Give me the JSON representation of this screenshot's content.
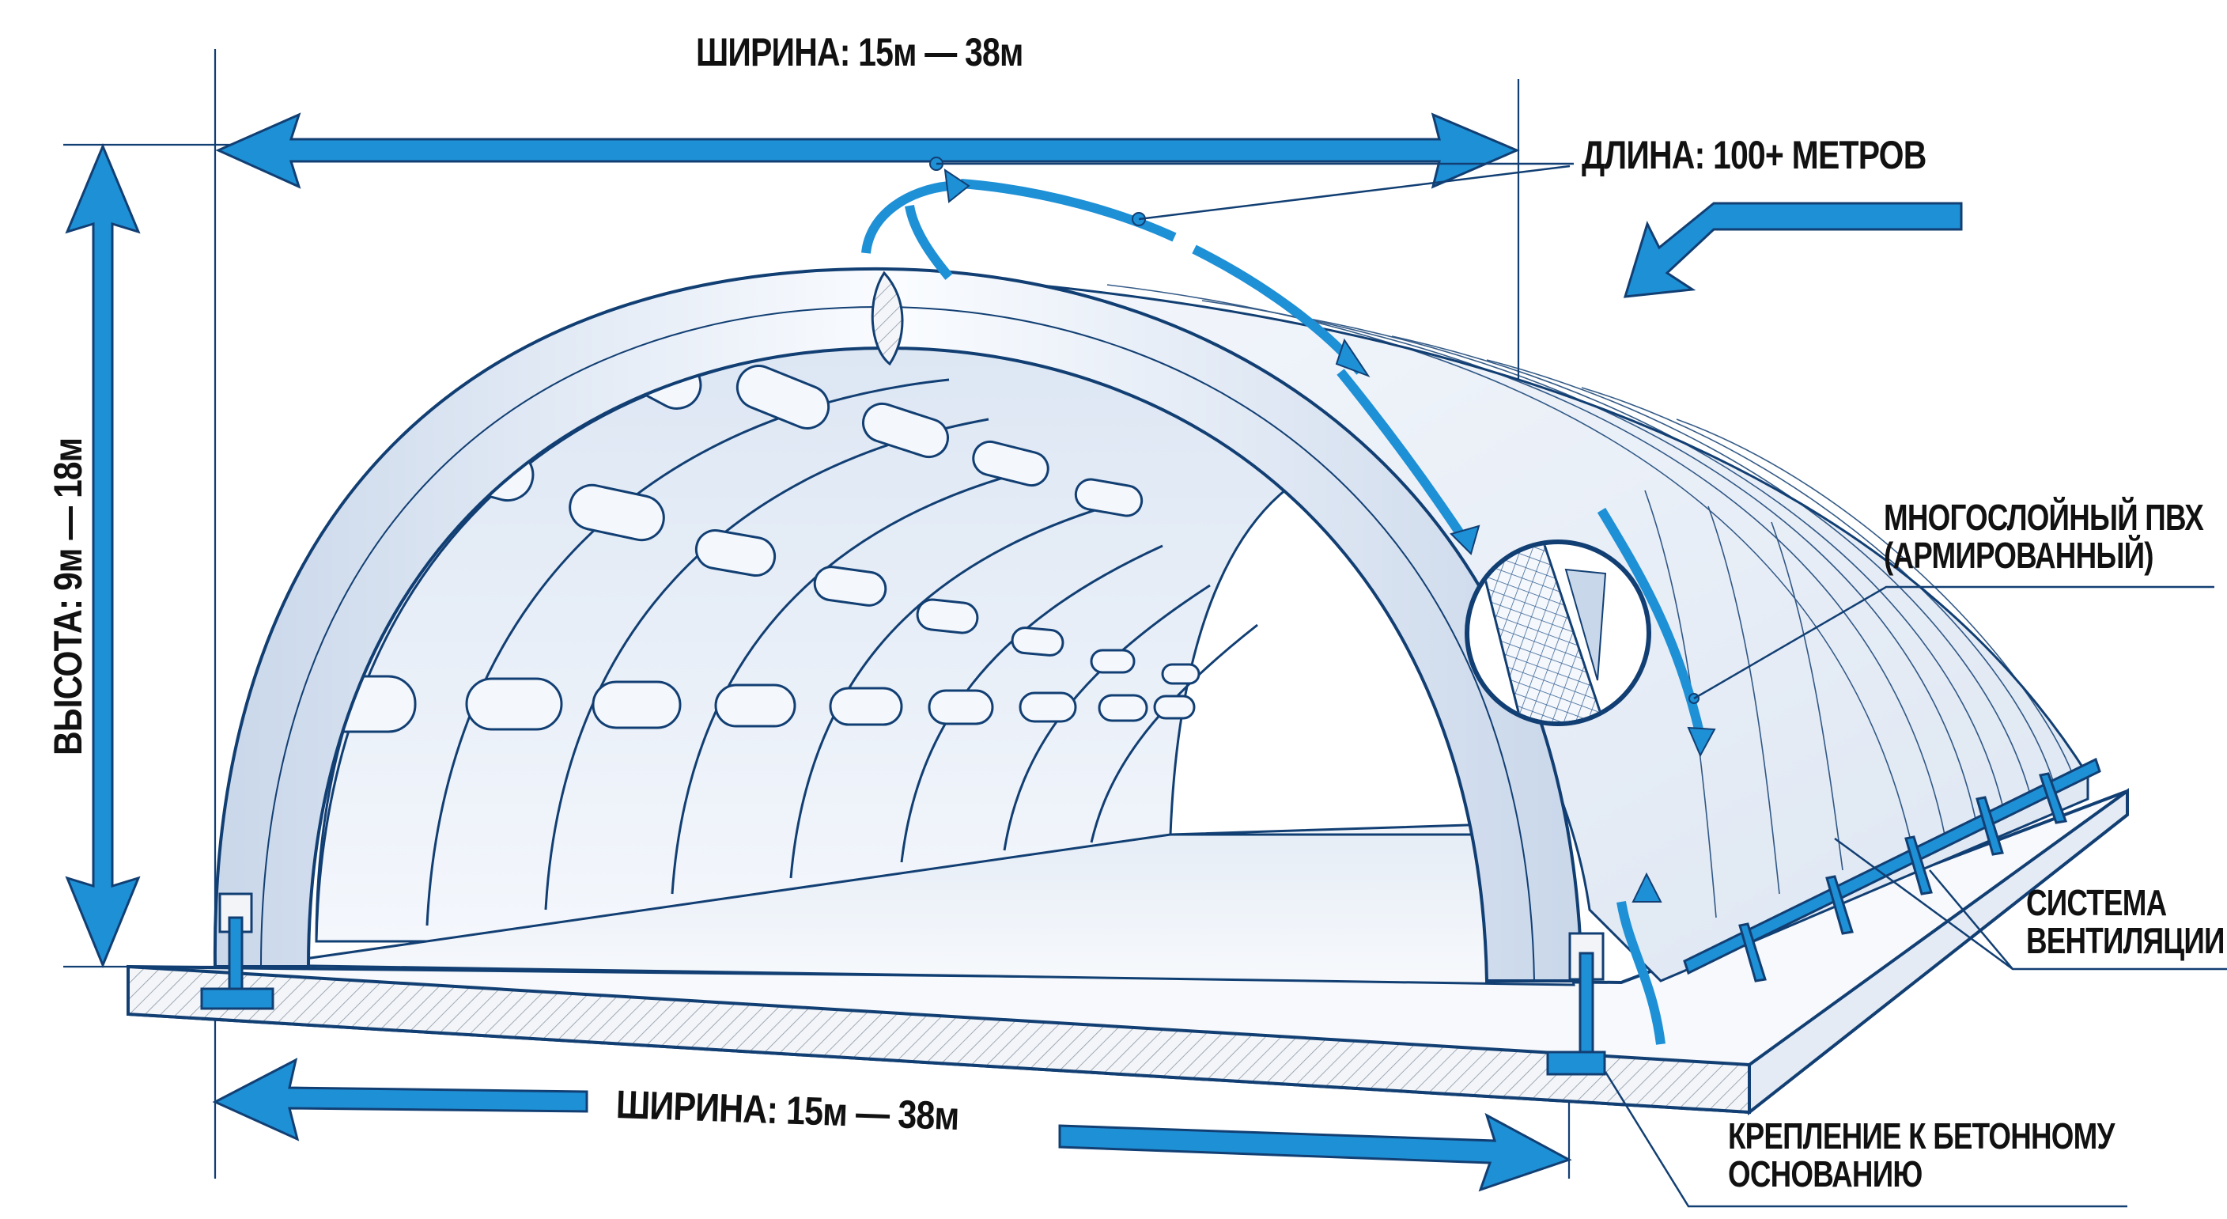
{
  "diagram": {
    "subject": "Inflatable arched hangar structure with dimensions and components",
    "colors": {
      "accent_blue": "#1E90D6",
      "outline_navy": "#123F73",
      "structure_fill": "#EEF3FA",
      "structure_shade": "#C9D7EA",
      "text": "#111111",
      "background": "#FFFFFF"
    },
    "dimensions": {
      "top_width_label": "ШИРИНА: 15м — 38м",
      "bottom_width_label": "ШИРИНА: 15м — 38м",
      "height_label": "ВЫСОТА: 9м — 18м",
      "length_label": "ДЛИНА: 100+ МЕТРОВ"
    },
    "callouts": {
      "material": {
        "line1": "МНОГОСЛОЙНЫЙ ПВХ",
        "line2": "(АРМИРОВАННЫЙ)"
      },
      "ventilation": {
        "line1": "СИСТЕМА",
        "line2": "ВЕНТИЛЯЦИИ"
      },
      "anchoring": {
        "line1": "КРЕПЛЕНИЕ К БЕТОННОМУ",
        "line2": "ОСНОВАНИЮ"
      }
    },
    "values": {
      "width_min_m": 15,
      "width_max_m": 38,
      "height_min_m": 9,
      "height_max_m": 18,
      "length_min_m": 100
    }
  }
}
